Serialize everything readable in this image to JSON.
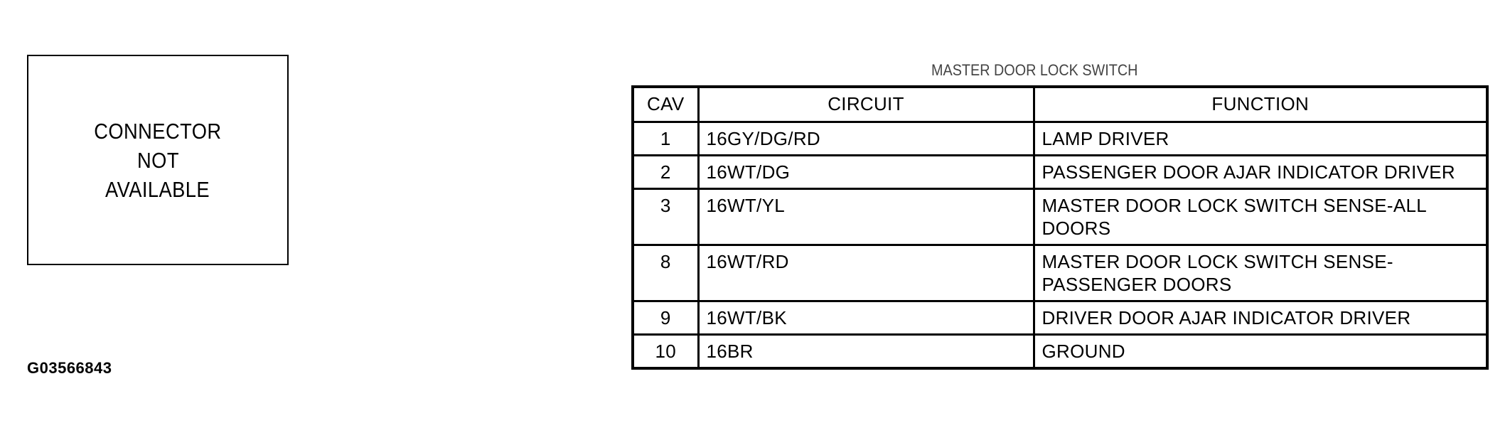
{
  "connector_placeholder": {
    "lines": [
      "CONNECTOR",
      "NOT",
      "AVAILABLE"
    ]
  },
  "figure_id": "G03566843",
  "table": {
    "caption": "MASTER DOOR LOCK SWITCH",
    "headers": {
      "cav": "CAV",
      "circuit": "CIRCUIT",
      "function": "FUNCTION"
    },
    "rows": [
      {
        "cav": "1",
        "circuit": "16GY/DG/RD",
        "function": "LAMP DRIVER"
      },
      {
        "cav": "2",
        "circuit": "16WT/DG",
        "function": "PASSENGER DOOR AJAR INDICATOR DRIVER"
      },
      {
        "cav": "3",
        "circuit": "16WT/YL",
        "function": "MASTER DOOR LOCK SWITCH SENSE-ALL DOORS"
      },
      {
        "cav": "8",
        "circuit": "16WT/RD",
        "function": "MASTER DOOR LOCK SWITCH SENSE-PASSENGER DOORS"
      },
      {
        "cav": "9",
        "circuit": "16WT/BK",
        "function": "DRIVER DOOR AJAR INDICATOR DRIVER"
      },
      {
        "cav": "10",
        "circuit": "16BR",
        "function": "GROUND"
      }
    ]
  }
}
